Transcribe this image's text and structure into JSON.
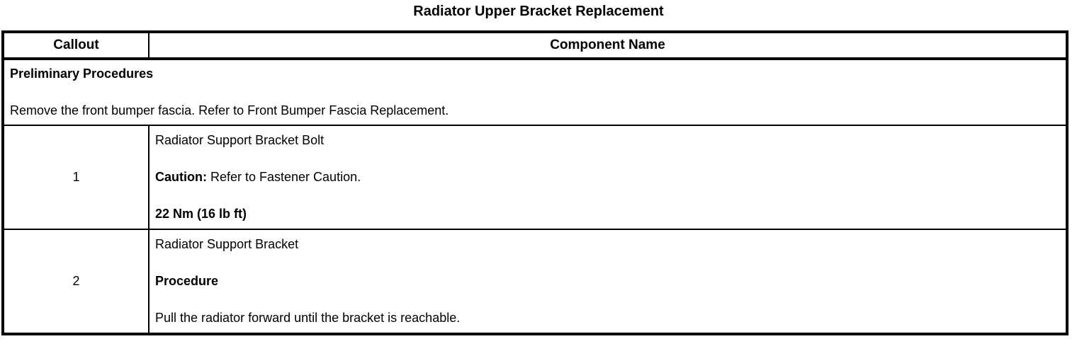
{
  "page": {
    "background_color": "#ffffff",
    "text_color": "#000000",
    "border_color": "#000000"
  },
  "title": "Radiator Upper Bracket Replacement",
  "table": {
    "header": {
      "callout": "Callout",
      "component_name": "Component Name"
    },
    "preliminary": {
      "heading": "Preliminary Procedures",
      "instruction": "Remove the front bumper fascia. Refer to Front Bumper Fascia Replacement."
    },
    "rows": [
      {
        "callout": "1",
        "component": "Radiator Support Bracket Bolt",
        "caution_label": "Caution:",
        "caution_text": " Refer to Fastener Caution.",
        "torque": "22 Nm (16 lb ft)"
      },
      {
        "callout": "2",
        "component": "Radiator Support Bracket",
        "procedure_label": "Procedure",
        "procedure_instruction": "Pull the radiator forward until the bracket is reachable."
      }
    ]
  }
}
